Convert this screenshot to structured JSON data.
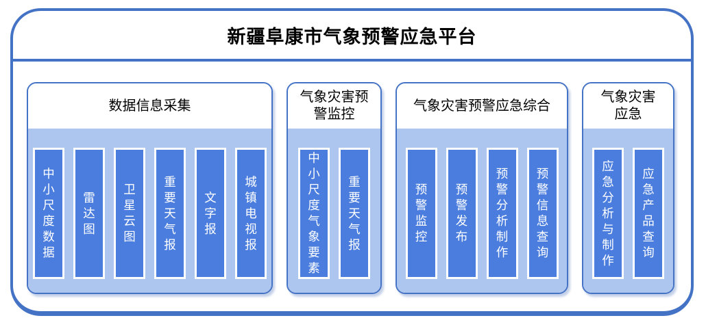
{
  "title": "新疆阜康市气象预警应急平台",
  "colors": {
    "frame_border": "#4472C4",
    "group_border": "#4472C4",
    "group_body_fill": "#ADC6EF",
    "item_fill": "#4A7DDE",
    "item_border": "#FFFFFF",
    "title_text": "#000000",
    "item_text": "#FFFFFF"
  },
  "groups": [
    {
      "header": "数据信息采集",
      "items": [
        "中小尺度数据",
        "雷达图",
        "卫星云图",
        "重要天气报",
        "文字报",
        "城镇电视报"
      ]
    },
    {
      "header": "气象灾害预\n警监控",
      "items": [
        "中小尺度气象要素",
        "重要天气报"
      ]
    },
    {
      "header": "气象灾害预警应急综合",
      "items": [
        "预警监控",
        "预警发布",
        "预警分析制作",
        "预警信息查询"
      ]
    },
    {
      "header": "气象灾害\n应急",
      "items": [
        "应急分析与制作",
        "应急产品查询"
      ]
    }
  ]
}
